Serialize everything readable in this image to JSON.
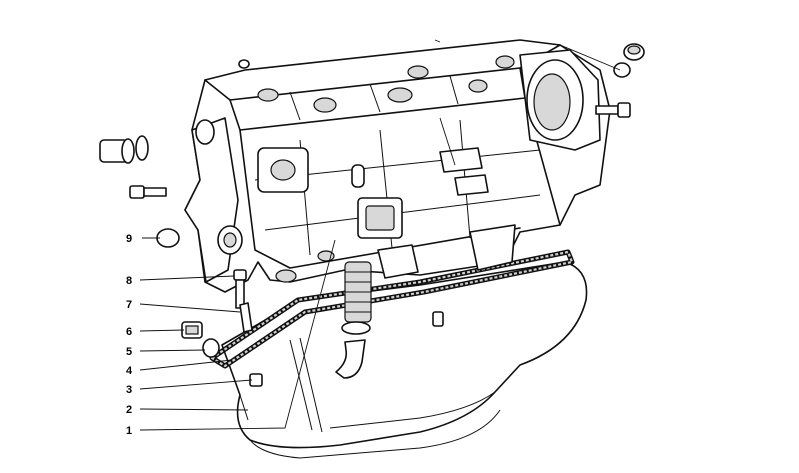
{
  "callouts": [
    {
      "id": "9",
      "text": "9"
    },
    {
      "id": "8",
      "text": "8"
    },
    {
      "id": "7",
      "text": "7"
    },
    {
      "id": "6",
      "text": "6"
    },
    {
      "id": "5",
      "text": "5"
    },
    {
      "id": "4",
      "text": "4"
    },
    {
      "id": "3",
      "text": "3"
    },
    {
      "id": "2",
      "text": "2"
    },
    {
      "id": "1",
      "text": "1"
    }
  ]
}
